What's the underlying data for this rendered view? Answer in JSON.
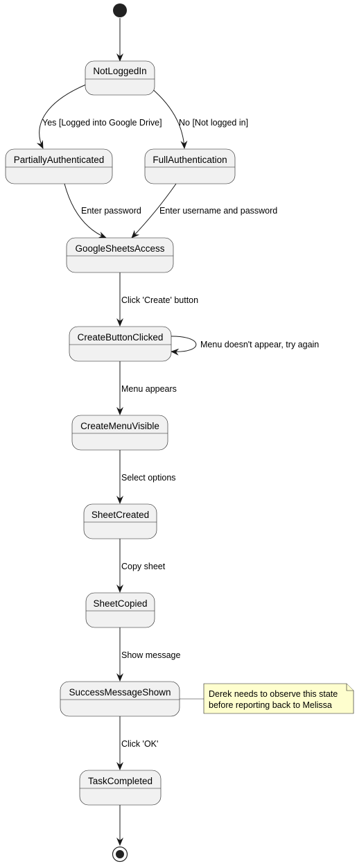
{
  "states": {
    "not_logged_in": "NotLoggedIn",
    "partially_authenticated": "PartiallyAuthenticated",
    "full_authentication": "FullAuthentication",
    "google_sheets_access": "GoogleSheetsAccess",
    "create_button_clicked": "CreateButtonClicked",
    "create_menu_visible": "CreateMenuVisible",
    "sheet_created": "SheetCreated",
    "sheet_copied": "SheetCopied",
    "success_message_shown": "SuccessMessageShown",
    "task_completed": "TaskCompleted"
  },
  "transitions": {
    "logged_into_drive": "Yes [Logged into Google Drive]",
    "not_logged_in": "No [Not logged in]",
    "enter_password": "Enter password",
    "enter_username_password": "Enter username and password",
    "click_create": "Click 'Create' button",
    "menu_retry": "Menu doesn't appear, try again",
    "menu_appears": "Menu appears",
    "select_options": "Select options",
    "copy_sheet": "Copy sheet",
    "show_message": "Show message",
    "click_ok": "Click 'OK'"
  },
  "note": {
    "line1": "Derek needs to observe this state",
    "line2": "before reporting back to Melissa"
  },
  "colors": {
    "state_fill": "#f1f1f1",
    "note_fill": "#fefece",
    "line": "#181818"
  }
}
